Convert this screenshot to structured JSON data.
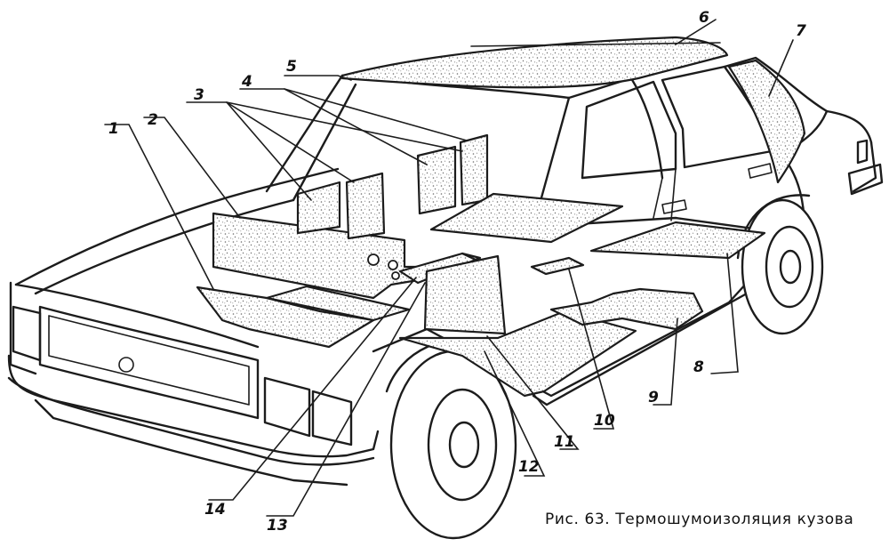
{
  "figure": {
    "caption": "Рис. 63. Термошумоизоляция кузова",
    "callouts": [
      "1",
      "2",
      "3",
      "4",
      "5",
      "6",
      "7",
      "8",
      "9",
      "10",
      "11",
      "12",
      "13",
      "14"
    ]
  },
  "colors": {
    "ink": "#1c1c1c",
    "paper": "#ffffff",
    "grain": "#8a8a8a"
  }
}
